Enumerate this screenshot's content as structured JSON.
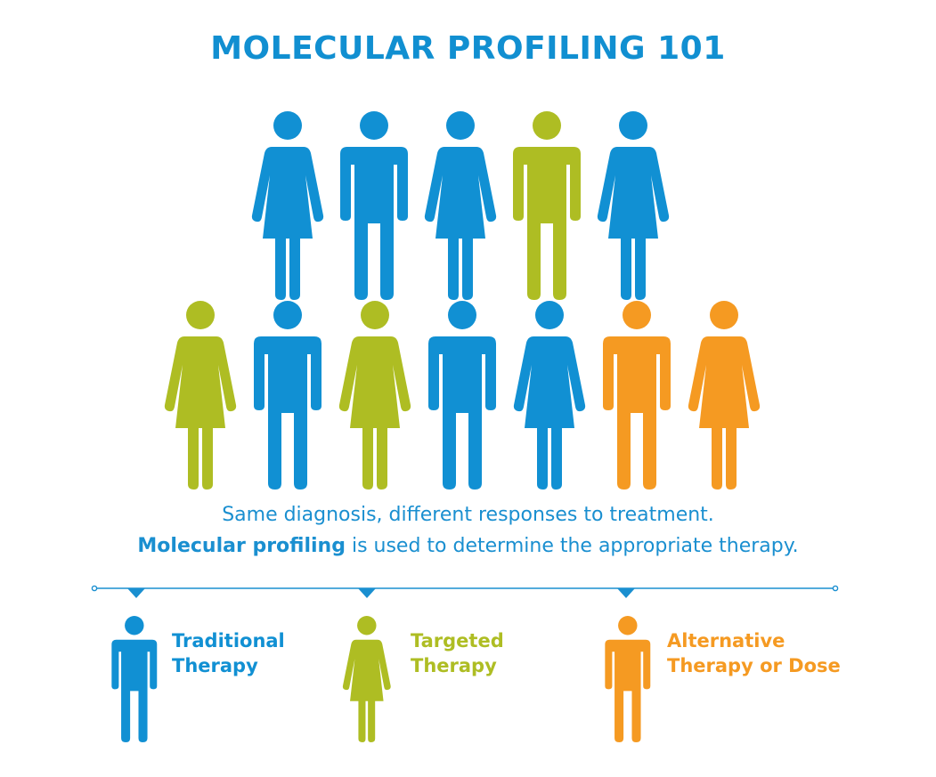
{
  "title": "MOLECULAR PROFILING 101",
  "colors": {
    "traditional": "#1190d3",
    "targeted": "#aebd23",
    "alternative": "#f59a22",
    "title": "#118fd1",
    "caption": "#1a8fd0"
  },
  "people": {
    "row1": [
      {
        "shape": "female",
        "group": "traditional"
      },
      {
        "shape": "male",
        "group": "traditional"
      },
      {
        "shape": "female",
        "group": "traditional"
      },
      {
        "shape": "male",
        "group": "targeted"
      },
      {
        "shape": "female",
        "group": "traditional"
      }
    ],
    "row2": [
      {
        "shape": "female",
        "group": "targeted"
      },
      {
        "shape": "male",
        "group": "traditional"
      },
      {
        "shape": "female",
        "group": "targeted"
      },
      {
        "shape": "male",
        "group": "traditional"
      },
      {
        "shape": "female",
        "group": "traditional"
      },
      {
        "shape": "male",
        "group": "alternative"
      },
      {
        "shape": "female",
        "group": "alternative"
      }
    ]
  },
  "caption": {
    "line1": "Same diagnosis, different responses to treatment.",
    "line2_bold": "Molecular profiling",
    "line2_rest": " is used to determine the appropriate therapy."
  },
  "legend": {
    "traditional": {
      "line1": "Traditional",
      "line2": "Therapy",
      "shape": "male"
    },
    "targeted": {
      "line1": "Targeted",
      "line2": "Therapy",
      "shape": "female"
    },
    "alternative": {
      "line1": "Alternative",
      "line2": "Therapy or Dose",
      "shape": "male"
    }
  }
}
